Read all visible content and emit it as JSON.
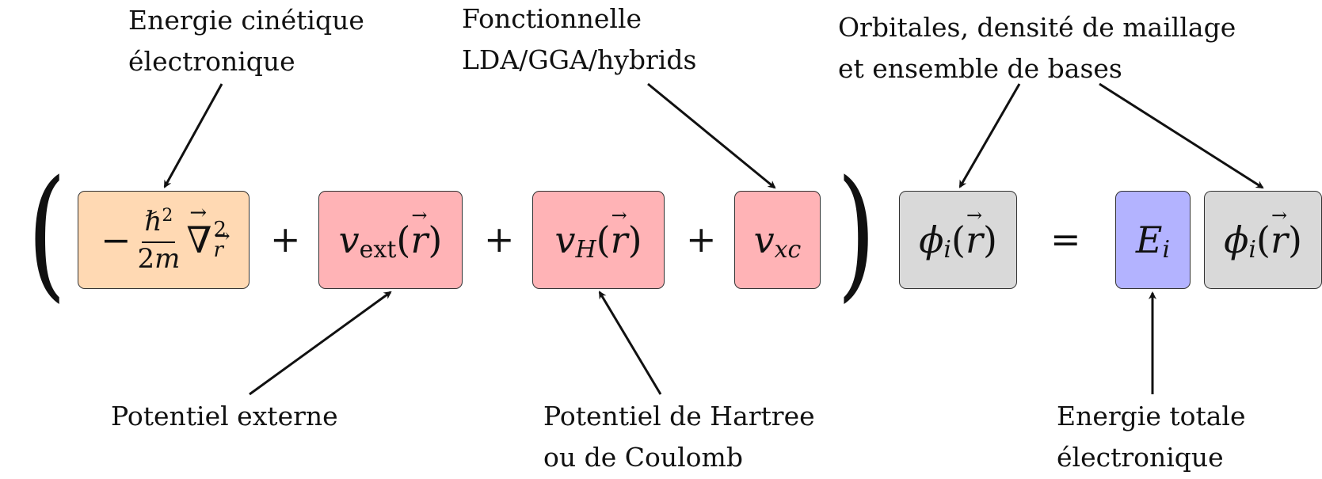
{
  "annotations": {
    "kinetic": [
      "Energie cinétique",
      "électronique"
    ],
    "functional": [
      "Fonctionnelle",
      "LDA/GGA/hybrids"
    ],
    "orbitals": [
      "Orbitales, densité de maillage",
      "et ensemble de bases"
    ],
    "external": [
      "Potentiel externe"
    ],
    "hartree": [
      "Potentiel de Hartree",
      "ou de Coulomb"
    ],
    "energy": [
      "Energie totale",
      "électronique"
    ]
  },
  "equation": {
    "kinetic_hbar": "ℏ",
    "kinetic_two": "2",
    "kinetic_m": "m",
    "kinetic_minus": "−",
    "nabla": "∇",
    "v": "v",
    "ext": "ext",
    "H": "H",
    "xc": "xc",
    "phi": "ϕ",
    "i": "i",
    "E": "E",
    "r": "r",
    "open_paren": "(",
    "close_paren": ")",
    "lpar": "(",
    "rpar": ")",
    "plus": "+",
    "equals": "="
  },
  "colors": {
    "kinetic_box": "#FFD9B3",
    "potential_box": "#FFB3B6",
    "orbital_box": "#D9D9D9",
    "energy_box": "#B3B3FF"
  }
}
